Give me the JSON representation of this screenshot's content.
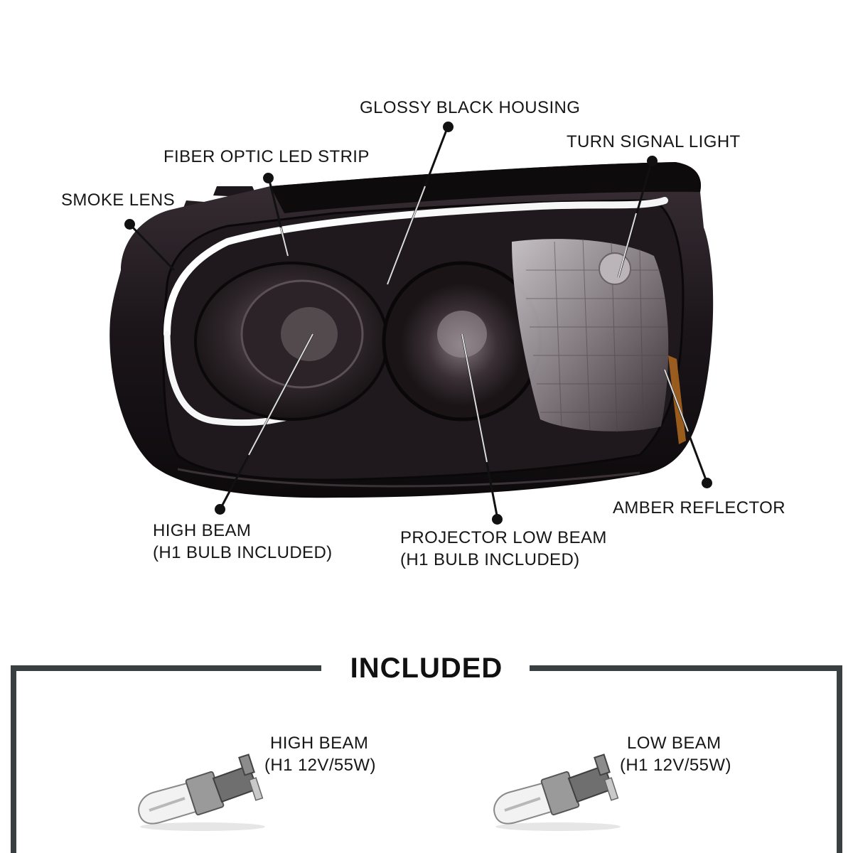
{
  "callouts": {
    "glossy_black_housing": "GLOSSY BLACK HOUSING",
    "turn_signal_light": "TURN SIGNAL LIGHT",
    "fiber_optic_led_strip": "FIBER OPTIC LED STRIP",
    "smoke_lens": "SMOKE LENS",
    "amber_reflector": "AMBER REFLECTOR",
    "high_beam": {
      "line1": "HIGH BEAM",
      "line2": "(H1 BULB INCLUDED)"
    },
    "projector_low_beam": {
      "line1": "PROJECTOR LOW BEAM",
      "line2": "(H1 BULB INCLUDED)"
    }
  },
  "included": {
    "title": "INCLUDED",
    "items": [
      {
        "line1": "HIGH BEAM",
        "line2": "(H1 12V/55W)",
        "icon": "h1-bulb-icon"
      },
      {
        "line1": "LOW BEAM",
        "line2": "(H1 12V/55W)",
        "icon": "h1-bulb-icon"
      }
    ]
  },
  "colors": {
    "housing": "#1a1518",
    "frame": "#3a3f42",
    "amber": "#b06a20"
  }
}
